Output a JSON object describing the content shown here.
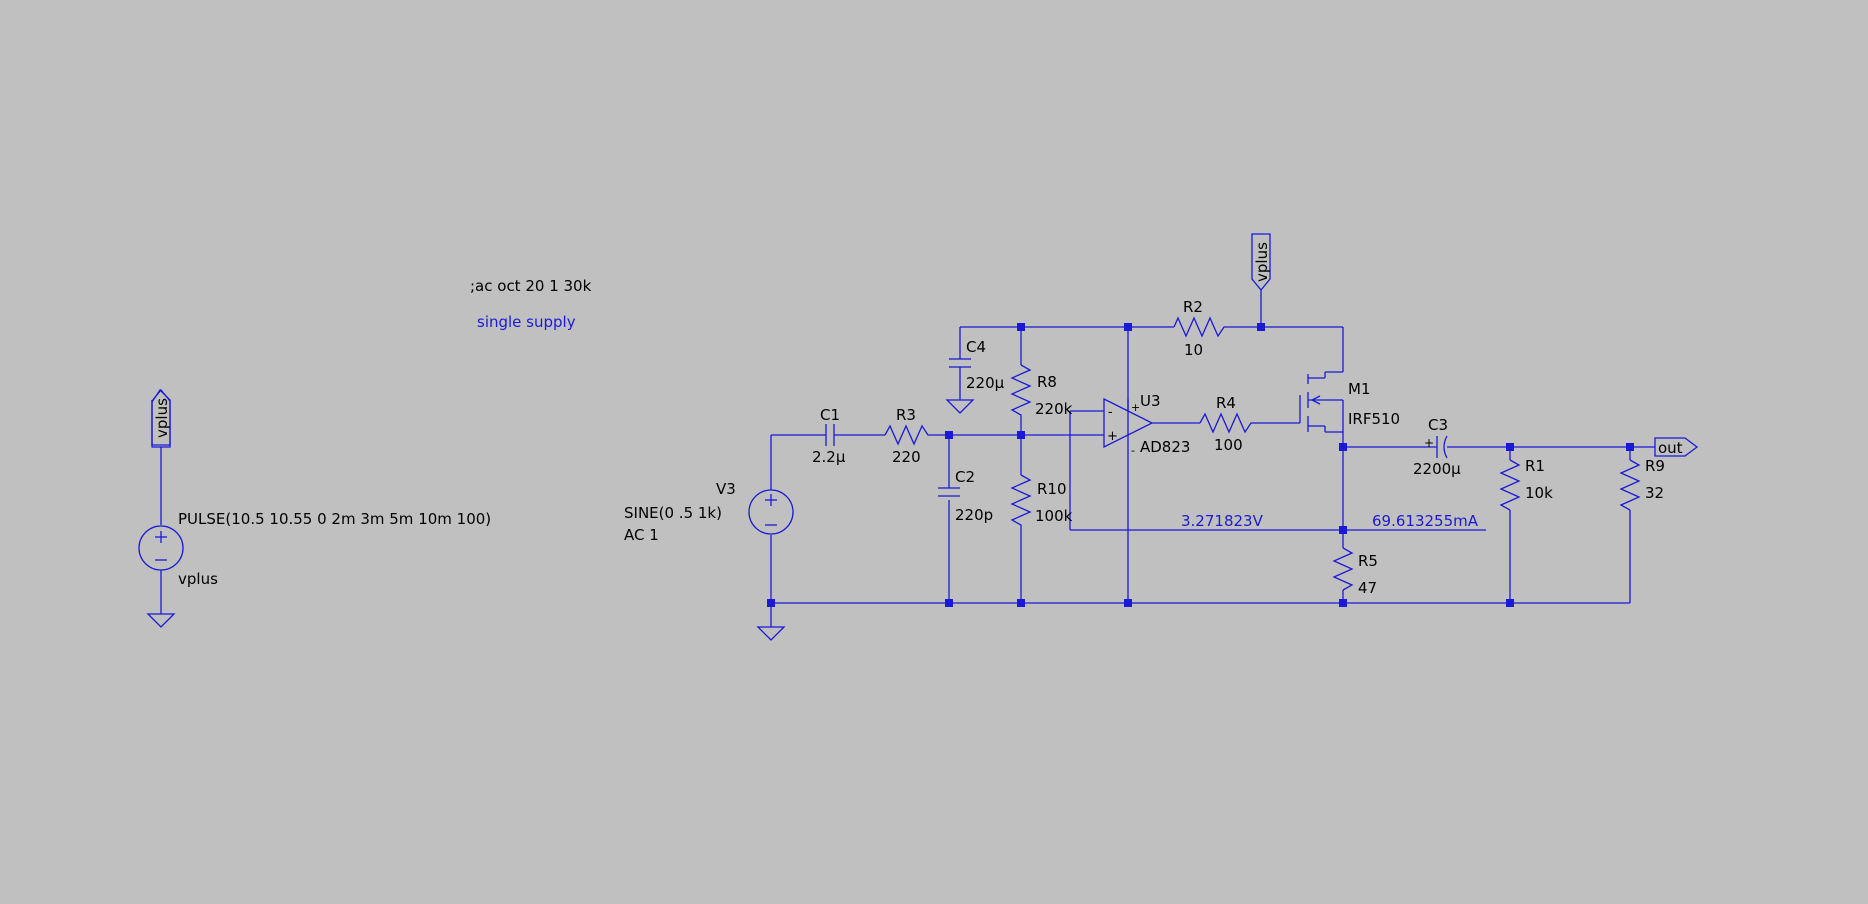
{
  "colors": {
    "background": "#c0c0c0",
    "wire": "#1a1ad6",
    "label": "#000000",
    "annotation": "#1a1ad6"
  },
  "directive": ";ac oct 20 1 30k",
  "comment": "single supply",
  "supply": {
    "flag": "vplus",
    "source_value": "PULSE(10.5 10.55 0 2m 3m 5m 10m 100)",
    "source_name": "vplus"
  },
  "v3": {
    "name": "V3",
    "value1": "SINE(0 .5 1k)",
    "value2": "AC 1"
  },
  "components": {
    "c1": {
      "name": "C1",
      "value": "2.2µ"
    },
    "r3": {
      "name": "R3",
      "value": "220"
    },
    "c2": {
      "name": "C2",
      "value": "220p"
    },
    "c4": {
      "name": "C4",
      "value": "220µ"
    },
    "r8": {
      "name": "R8",
      "value": "220k"
    },
    "r10": {
      "name": "R10",
      "value": "100k"
    },
    "u3": {
      "name": "U3",
      "value": "AD823"
    },
    "r2": {
      "name": "R2",
      "value": "10"
    },
    "r4": {
      "name": "R4",
      "value": "100"
    },
    "m1": {
      "name": "M1",
      "value": "IRF510"
    },
    "c3": {
      "name": "C3",
      "value": "2200µ"
    },
    "r1": {
      "name": "R1",
      "value": "10k"
    },
    "r9": {
      "name": "R9",
      "value": "32"
    },
    "r5": {
      "name": "R5",
      "value": "47"
    }
  },
  "flags": {
    "vplus_top": "vplus",
    "out": "out"
  },
  "probes": {
    "voltage": "3.271823V",
    "current": "69.613255mA"
  },
  "opamp_pins": {
    "plus": "+",
    "minus": "-"
  }
}
